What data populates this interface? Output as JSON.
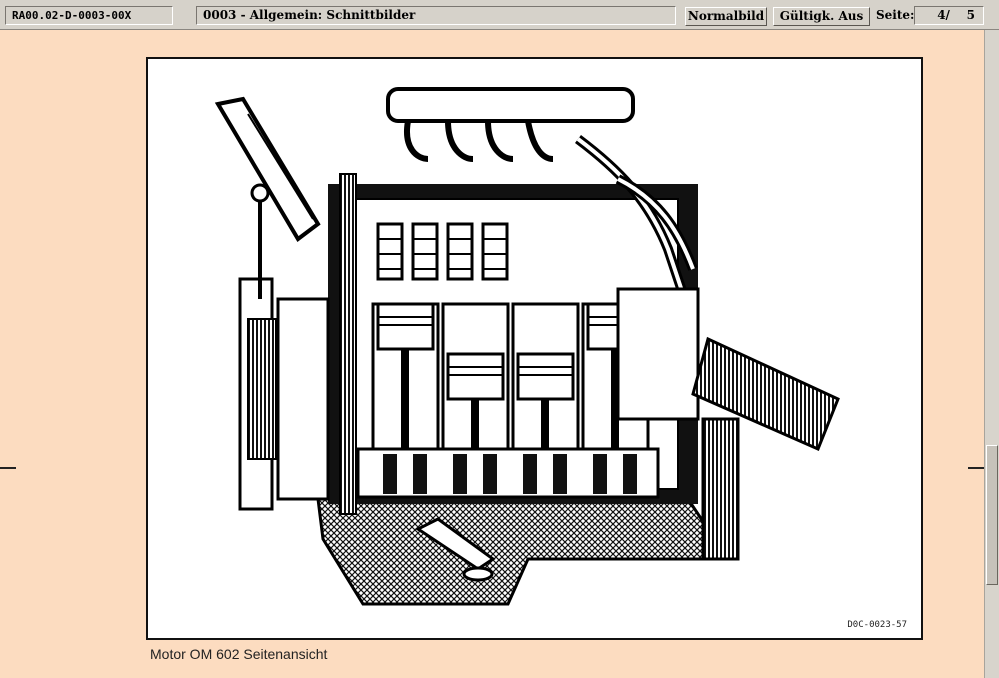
{
  "toolbar": {
    "document_id": "RA00.02-D-0003-00X",
    "title": "0003 - Allgemein: Schnittbilder",
    "normal_button": "Normalbild",
    "validity_button": "Gültigk. Aus",
    "page_label": "Seite:",
    "page_current": "4/",
    "page_total": "5"
  },
  "figure": {
    "code": "D0C-0023-57",
    "caption": "Motor OM 602 Seitenansicht"
  },
  "colors": {
    "background": "#fcdcc0",
    "toolbar": "#d6d2ca"
  }
}
